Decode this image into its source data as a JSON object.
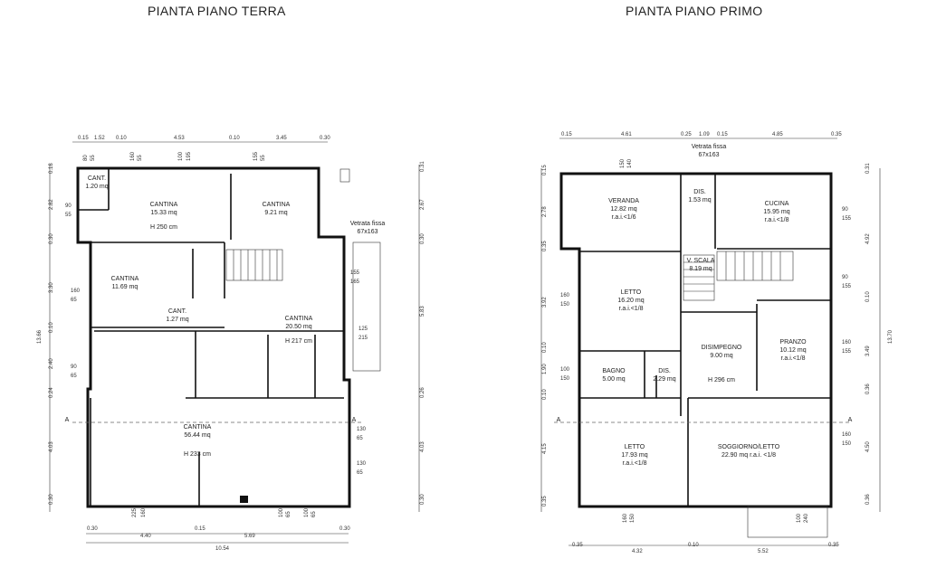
{
  "titles": {
    "ground": "PIANTA PIANO TERRA",
    "first": "PIANTA PIANO PRIMO"
  },
  "ground_floor": {
    "rooms": [
      {
        "name": "CANT.",
        "area": "1.20 mq"
      },
      {
        "name": "CANTINA",
        "area": "15.33 mq",
        "extra": "H 250 cm"
      },
      {
        "name": "CANTINA",
        "area": "9.21 mq"
      },
      {
        "name": "CANTINA",
        "area": "11.69 mq"
      },
      {
        "name": "CANT.",
        "area": "1.27 mq"
      },
      {
        "name": "CANTINA",
        "area": "20.50 mq",
        "extra": "H 217 cm"
      },
      {
        "name": "CANTINA",
        "area": "56.44 mq",
        "extra": "H 233 cm"
      }
    ],
    "glazing": [
      "Vetrata fissa",
      "67x163"
    ],
    "section_mark": "A",
    "window_labels": [
      "80",
      "55",
      "160",
      "55",
      "100",
      "195",
      "155",
      "55",
      "90",
      "55",
      "155",
      "165",
      "160",
      "65",
      "125",
      "215",
      "90",
      "65",
      "130",
      "65",
      "130",
      "65",
      "225",
      "160",
      "100",
      "65",
      "100",
      "65"
    ],
    "top_dims": [
      "0.15",
      "1.52",
      "0.10",
      "4.53",
      "0.10",
      "3.45",
      "0.30"
    ],
    "bottom_dims": [
      "0.30",
      "4.40",
      "0.15",
      "5.69",
      "0.30",
      "10.54"
    ],
    "left_dims": [
      "0.18",
      "2.82",
      "0.30",
      "3.30",
      "0.10",
      "2.40",
      "0.24",
      "4.03",
      "0.30",
      "13.66"
    ],
    "right_dims": [
      "0.31",
      "2.67",
      "0.30",
      "5.83",
      "0.26",
      "4.03",
      "0.30"
    ]
  },
  "first_floor": {
    "rooms": [
      {
        "name": "VERANDA",
        "area": "12.82 mq",
        "extra": "r.a.i.<1/6"
      },
      {
        "name": "DIS.",
        "area": "1.53 mq"
      },
      {
        "name": "CUCINA",
        "area": "15.95 mq",
        "extra": "r.a.i.<1/8"
      },
      {
        "name": "V. SCALA",
        "area": "8.19 mq"
      },
      {
        "name": "LETTO",
        "area": "16.20 mq",
        "extra": "r.a.i.<1/8"
      },
      {
        "name": "DISIMPEGNO",
        "area": "9.00 mq"
      },
      {
        "name": "PRANZO",
        "area": "10.12 mq",
        "extra": "r.a.i.<1/8"
      },
      {
        "name": "BAGNO",
        "area": "5.00 mq"
      },
      {
        "name": "DIS.",
        "area": "2.29 mq"
      },
      {
        "name": "LETTO",
        "area": "17.93 mq",
        "extra": "r.a.i.<1/8"
      },
      {
        "name": "SOGGIORNO/LETTO",
        "area": "22.90 mq r.a.i. <1/8"
      }
    ],
    "height": "H 296 cm",
    "glazing": [
      "Vetrata fissa",
      "67x163"
    ],
    "section_mark": "A",
    "window_labels": [
      "150",
      "140",
      "90",
      "155",
      "160",
      "150",
      "90",
      "155",
      "160",
      "155",
      "100",
      "150",
      "160",
      "150",
      "160",
      "150",
      "100",
      "240"
    ],
    "top_dims": [
      "0.15",
      "4.61",
      "0.25",
      "1.09",
      "0.15",
      "4.85",
      "0.35"
    ],
    "bottom_dims": [
      "0.35",
      "4.32",
      "0.10",
      "5.52",
      "0.35"
    ],
    "left_dims": [
      "0.15",
      "2.78",
      "0.35",
      "3.92",
      "0.10",
      "1.90",
      "0.10",
      "4.15",
      "0.35"
    ],
    "right_dims": [
      "0.31",
      "4.92",
      "0.10",
      "3.49",
      "0.36",
      "4.50",
      "0.36",
      "13.70"
    ]
  }
}
